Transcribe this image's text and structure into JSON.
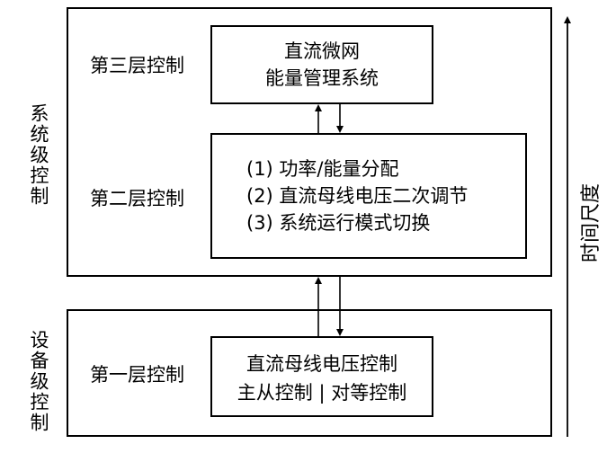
{
  "system_level": {
    "side_label": "系统级控制",
    "layer3": {
      "label": "第三层控制",
      "box_lines": [
        "直流微网",
        "能量管理系统"
      ]
    },
    "layer2": {
      "label": "第二层控制",
      "box_lines": [
        "(1) 功率/能量分配",
        "(2) 直流母线电压二次调节",
        "(3) 系统运行模式切换"
      ]
    }
  },
  "device_level": {
    "side_label": "设备级控制",
    "layer1": {
      "label": "第一层控制",
      "box_lines": [
        "直流母线电压控制",
        "主从控制 | 对等控制"
      ]
    }
  },
  "time_axis": {
    "label": "时间尺度"
  }
}
